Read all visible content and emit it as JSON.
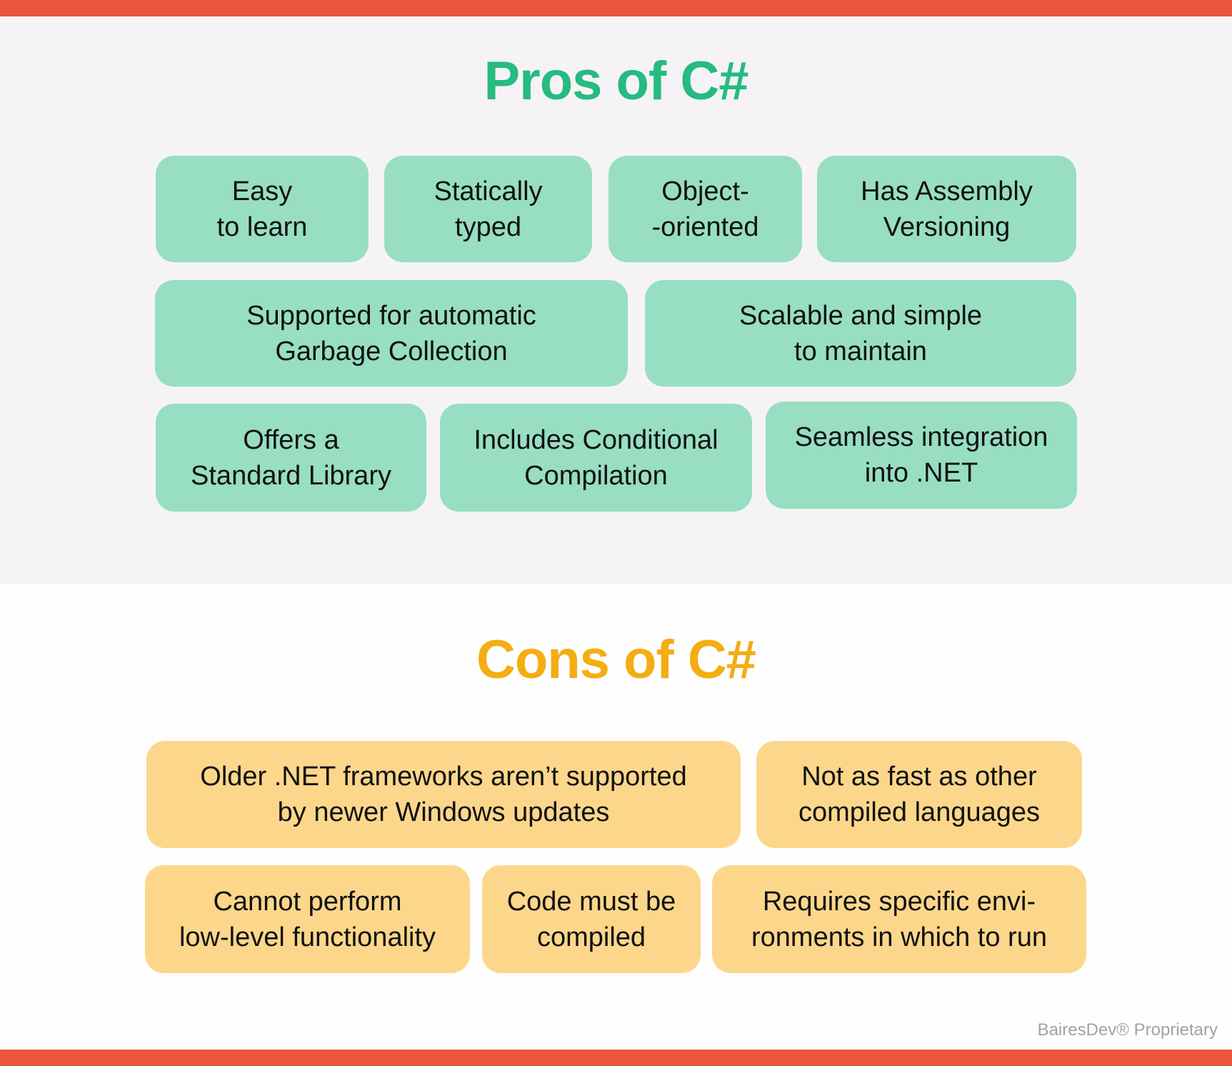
{
  "pros": {
    "title": "Pros of C#",
    "color": "#26bb80",
    "items": [
      {
        "label": "Easy\nto learn"
      },
      {
        "label": "Statically\ntyped"
      },
      {
        "label": "Object-\n-oriented"
      },
      {
        "label": "Has Assembly\nVersioning"
      },
      {
        "label": "Supported for automatic\nGarbage Collection"
      },
      {
        "label": "Scalable and simple\nto maintain"
      },
      {
        "label": "Offers a\nStandard Library"
      },
      {
        "label": "Includes Conditional\nCompilation"
      },
      {
        "label": "Seamless integration\ninto .NET"
      }
    ]
  },
  "cons": {
    "title": "Cons of C#",
    "color": "#f4ad12",
    "items": [
      {
        "label": "Older .NET frameworks aren’t supported\nby newer Windows updates"
      },
      {
        "label": "Not as fast as other\ncompiled languages"
      },
      {
        "label": "Cannot perform\nlow-level functionality"
      },
      {
        "label": "Code must be\ncompiled"
      },
      {
        "label": "Requires specific envi-\nronments in which to run"
      }
    ]
  },
  "footer": {
    "text": "BairesDev® Proprietary"
  },
  "colors": {
    "accent_bar": "#eb553e",
    "pro_box": "#98dec3",
    "con_box": "#fcd78b"
  }
}
